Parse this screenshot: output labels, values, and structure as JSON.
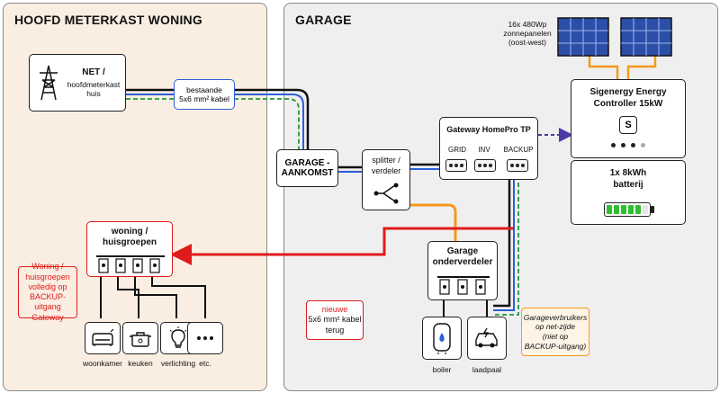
{
  "panels": {
    "home_title": "HOOFD METERKAST WONING",
    "garage_title": "GARAGE"
  },
  "grid": {
    "title": "NET /",
    "subtitle": "hoofdmeterkast huis"
  },
  "cable_existing": {
    "line1": "bestaande",
    "line2": "5x6 mm² kabel"
  },
  "garage_arrival": {
    "line1": "GARAGE -",
    "line2": "AANKOMST"
  },
  "splitter": {
    "line1": "splitter /",
    "line2": "verdeler"
  },
  "gateway": {
    "title": "Gateway HomePro TP",
    "ports": [
      "GRID",
      "INV",
      "BACKUP"
    ]
  },
  "solar": {
    "line1": "16x 480Wp",
    "line2": "zonnepanelen",
    "line3": "(oost-west)"
  },
  "inverter": {
    "line1": "Sigenergy Energy",
    "line2": "Controller 15kW"
  },
  "battery": {
    "line1": "1x 8kWh",
    "line2": "batterij",
    "level_cells": 5,
    "total_cells": 6
  },
  "home_groups": {
    "line1": "woning /",
    "line2": "huisgroepen"
  },
  "home_note": {
    "lines": [
      "Woning /",
      "huisgroepen",
      "volledig op",
      "BACKUP-uitgang",
      "Gateway"
    ]
  },
  "home_loads": [
    {
      "label": "woonkamer",
      "icon": "sofa-icon"
    },
    {
      "label": "keuken",
      "icon": "cooking-pot-icon"
    },
    {
      "label": "verlichting",
      "icon": "lightbulb-icon"
    },
    {
      "label": "etc.",
      "icon": "ellipsis-icon"
    }
  ],
  "sub_panel": {
    "line1": "Garage",
    "line2": "onderverdeler"
  },
  "new_cable": {
    "lines": [
      "nieuwe",
      "5x6 mm² kabel",
      "terug"
    ]
  },
  "garage_loads": [
    {
      "label": "boiler",
      "icon": "boiler-icon"
    },
    {
      "label": "laadpaal",
      "icon": "ev-charger-icon"
    }
  ],
  "garage_note": {
    "lines": [
      "Garageverbruikers",
      "op net-zijde",
      "(niet op",
      "BACKUP-uitgang)"
    ]
  },
  "colors": {
    "home_panel": "#faeee2",
    "garage_panel": "#efefef",
    "red": "#e01b1b",
    "orange": "#f59a1c",
    "blue_border": "#2c5fd6",
    "green_dash": "#1f9a3a",
    "dash_purple": "#4b3aa8",
    "battery_green": "#2fbf2f"
  }
}
